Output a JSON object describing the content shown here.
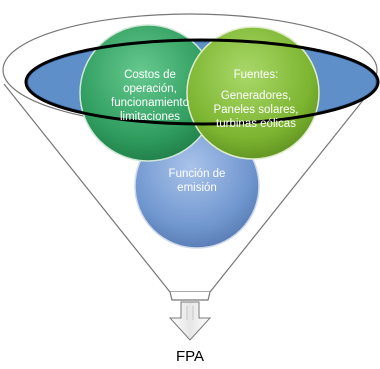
{
  "funnel": {
    "circles": [
      {
        "id": "costos",
        "lines": [
          "Costos de",
          "operación,",
          "funcionamiento",
          "limitaciones"
        ],
        "color": "#2f9c5e"
      },
      {
        "id": "fuentes",
        "lines": [
          "Fuentes:",
          "",
          "Generadores,",
          "Paneles solares,",
          "turbinas eólicas"
        ],
        "color": "#7cb530"
      },
      {
        "id": "funcion",
        "lines": [
          "Función de",
          "emisión"
        ],
        "color": "#7096cf"
      }
    ],
    "output_label": "FPA"
  }
}
